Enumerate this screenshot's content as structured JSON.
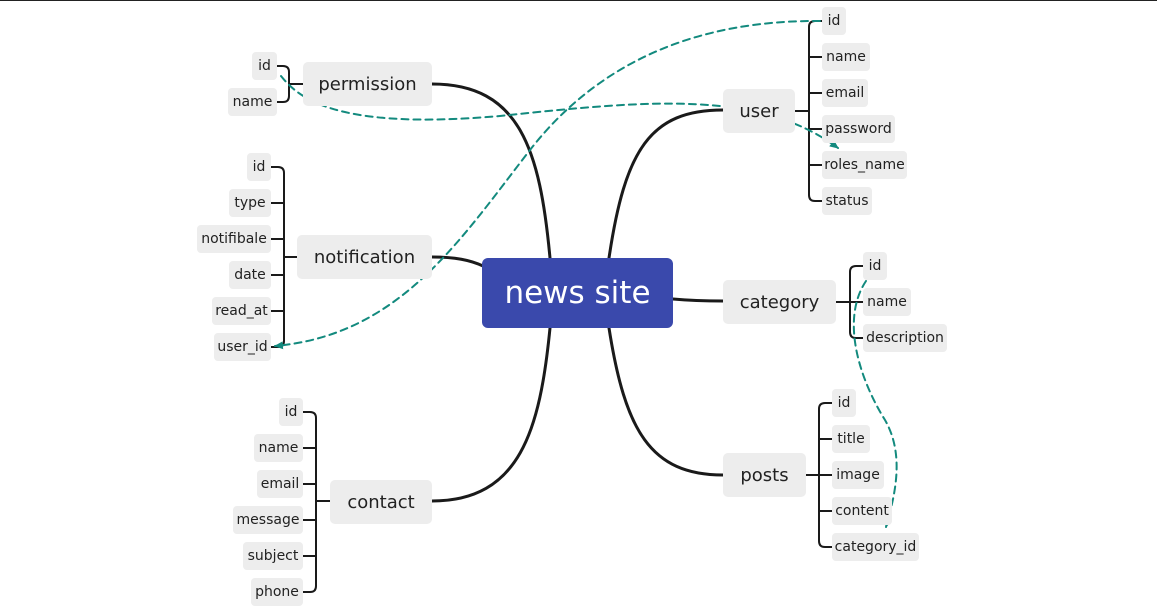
{
  "center": {
    "label": "news site",
    "color": "#3a49ac"
  },
  "colors": {
    "connector": "#1a1a1a",
    "relation": "#138a7e",
    "node_bg": "#ededed"
  },
  "branches": {
    "permission": {
      "label": "permission",
      "fields": [
        "id",
        "name"
      ]
    },
    "notification": {
      "label": "notification",
      "fields": [
        "id",
        "type",
        "notifibale",
        "date",
        "read_at",
        "user_id"
      ]
    },
    "contact": {
      "label": "contact",
      "fields": [
        "id",
        "name",
        "email",
        "message",
        "subject",
        "phone"
      ]
    },
    "user": {
      "label": "user",
      "fields": [
        "id",
        "name",
        "email",
        "password",
        "roles_name",
        "status"
      ]
    },
    "category": {
      "label": "category",
      "fields": [
        "id",
        "name",
        "description"
      ]
    },
    "posts": {
      "label": "posts",
      "fields": [
        "id",
        "title",
        "image",
        "content",
        "category_id"
      ]
    }
  },
  "relations": [
    {
      "from": "permission.id",
      "to": "user.password"
    },
    {
      "from": "user.id",
      "to": "notification.user_id"
    },
    {
      "from": "category.id",
      "to": "posts.category_id"
    }
  ]
}
